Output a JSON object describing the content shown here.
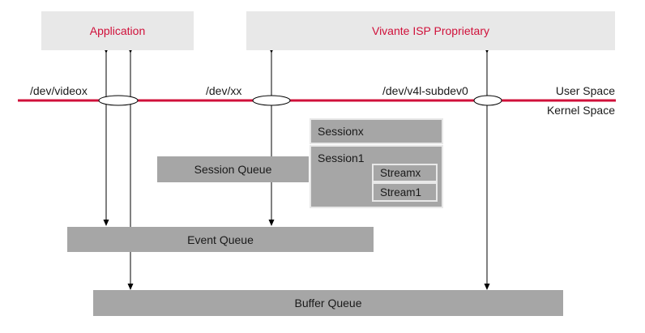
{
  "top_boxes": {
    "application": "Application",
    "proprietary": "Vivante ISP Proprietary"
  },
  "devices": {
    "videox": "/dev/videox",
    "xx": "/dev/xx",
    "subdev": "/dev/v4l-subdev0"
  },
  "spaces": {
    "user": "User Space",
    "kernel": "Kernel Space"
  },
  "queues": {
    "session": "Session Queue",
    "event": "Event Queue",
    "buffer": "Buffer Queue"
  },
  "sessions": {
    "sessionx": "Sessionx",
    "session1": "Session1",
    "streamx": "Streamx",
    "stream1": "Stream1"
  },
  "colors": {
    "boundary_line": "#d0103a",
    "light_box": "#e8e8e8",
    "queue_box": "#a6a6a6",
    "accent_text": "#d0103a"
  }
}
